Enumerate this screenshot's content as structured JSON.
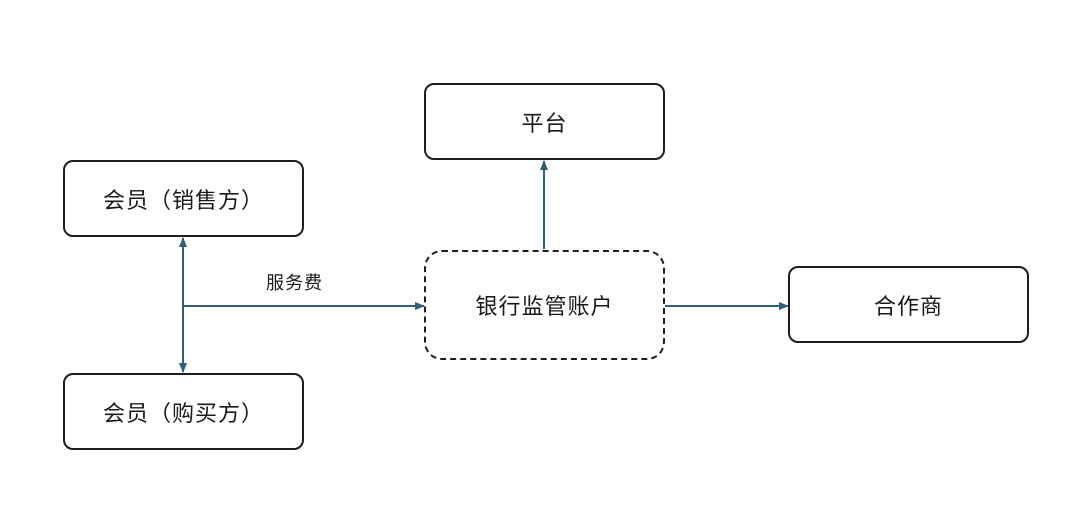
{
  "nodes": {
    "platform": "平台",
    "member_seller": "会员（销售方）",
    "member_buyer": "会员（购买方）",
    "bank_account": "银行监管账户",
    "partner": "合作商"
  },
  "edges": {
    "service_fee": "服务费"
  },
  "colors": {
    "arrow": "#2f5f78",
    "border": "#1e1e1e"
  }
}
